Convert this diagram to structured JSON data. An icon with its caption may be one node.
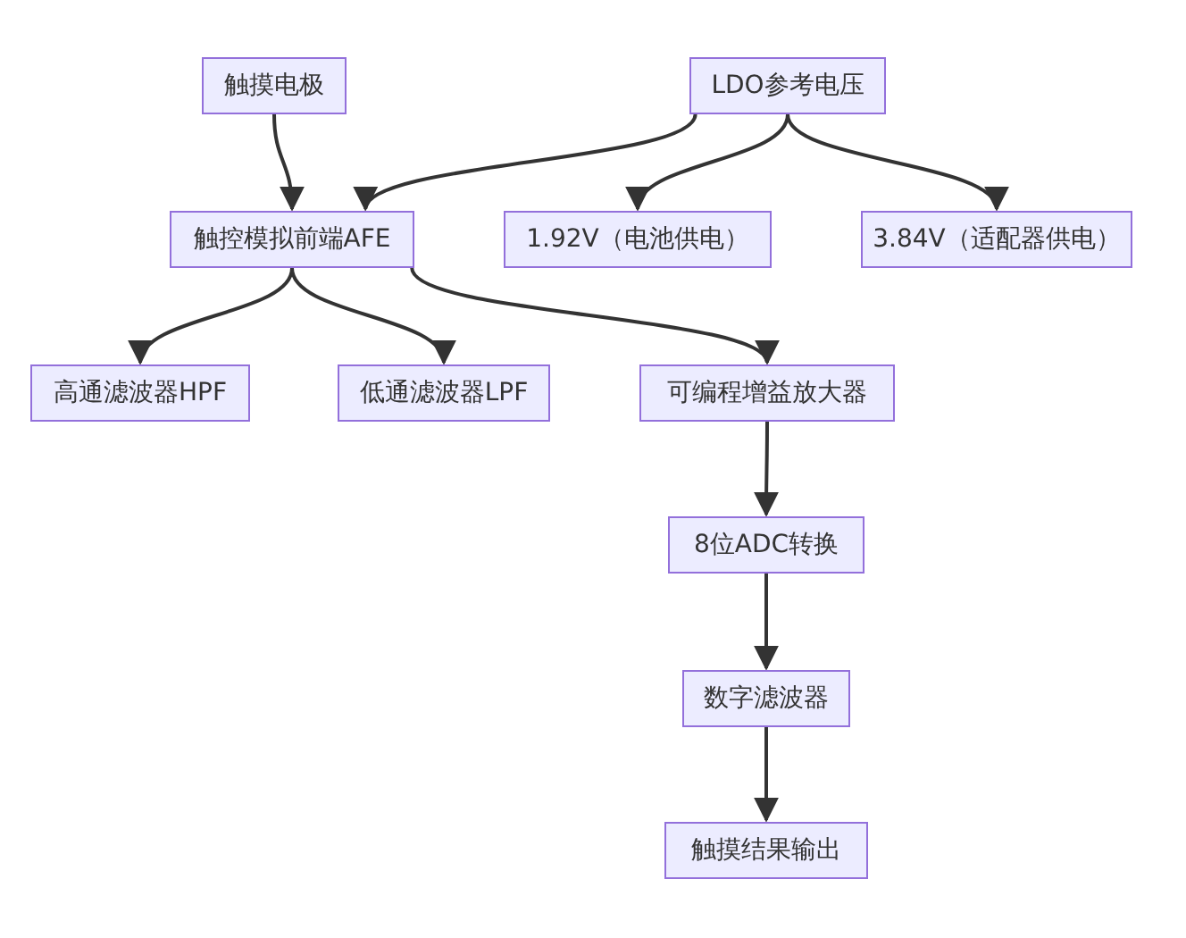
{
  "diagram": {
    "nodes": [
      {
        "text": [
          "触摸电极"
        ]
      },
      {
        "text": [
          "LDO参考电压"
        ]
      },
      {
        "text": [
          "触控模拟前端AFE"
        ]
      },
      {
        "text": [
          "1.92V（电池供电）"
        ]
      },
      {
        "text": [
          "3.84V（适配器供电）"
        ]
      },
      {
        "text": [
          "高通滤波器HPF"
        ]
      },
      {
        "text": [
          "低通滤波器LPF"
        ]
      },
      {
        "text": [
          "可编程增益放大器"
        ]
      },
      {
        "text": [
          "8位ADC转换"
        ]
      },
      {
        "text": [
          "数字滤波器"
        ]
      },
      {
        "text": [
          "触摸结果输出"
        ]
      }
    ],
    "edges": [
      {
        "from": 0,
        "to": 2,
        "arrow": "to"
      },
      {
        "from": 1,
        "to": 2,
        "arrow": "to"
      },
      {
        "from": 1,
        "to": 3,
        "arrow": "to"
      },
      {
        "from": 1,
        "to": 4,
        "arrow": "to"
      },
      {
        "from": 2,
        "to": 5,
        "arrow": "to"
      },
      {
        "from": 2,
        "to": 6,
        "arrow": "to"
      },
      {
        "from": 2,
        "to": 7,
        "arrow": "to"
      },
      {
        "from": 7,
        "to": 8,
        "arrow": "to"
      },
      {
        "from": 8,
        "to": 9,
        "arrow": "to"
      },
      {
        "from": 9,
        "to": 10,
        "arrow": "to"
      }
    ]
  }
}
